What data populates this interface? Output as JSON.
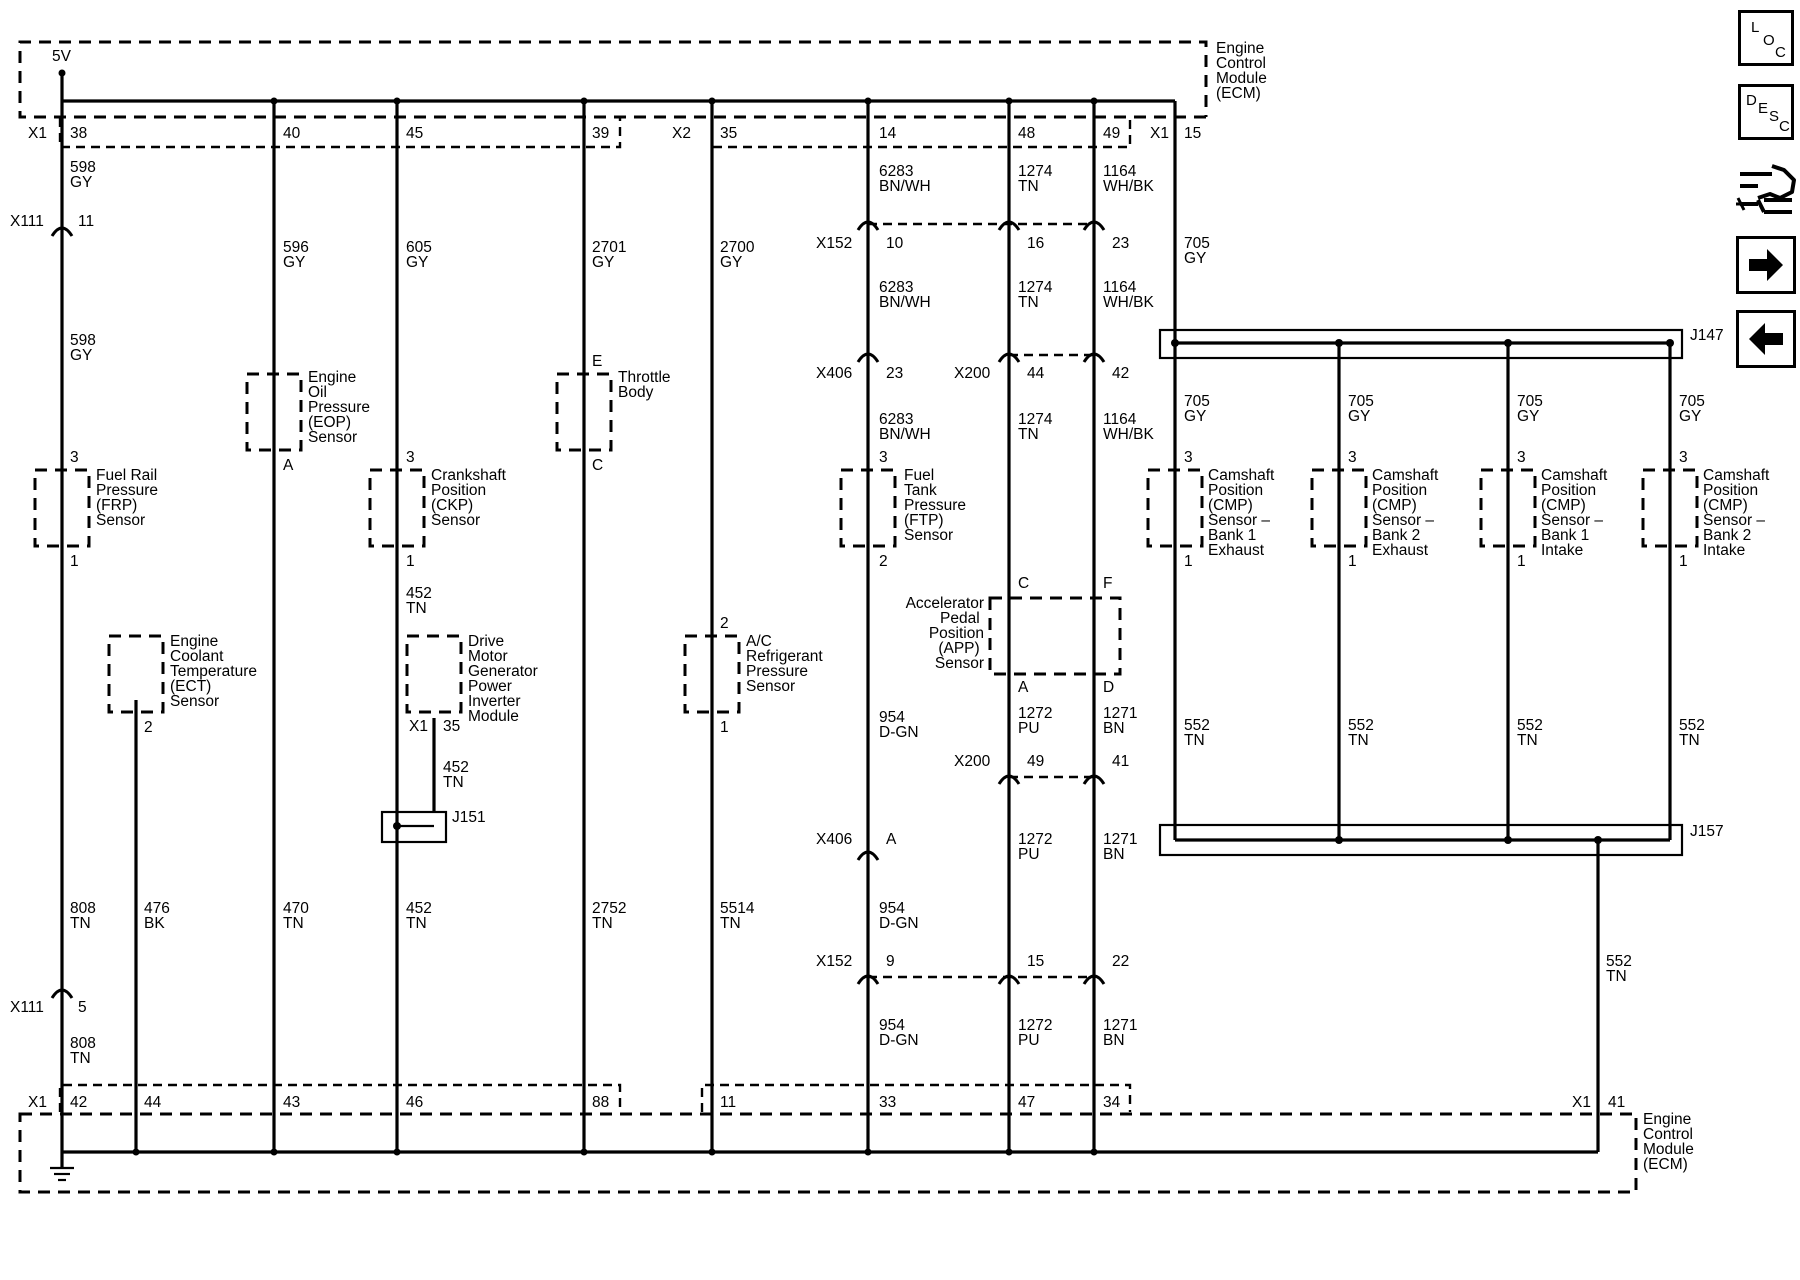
{
  "ecm_name_top": [
    "Engine",
    "Control",
    "Module",
    "(ECM)"
  ],
  "ecm_name_bottom": [
    "Engine",
    "Control",
    "Module",
    "(ECM)"
  ],
  "supply": "5V",
  "connectors": {
    "x1": "X1",
    "x2": "X2",
    "x111": "X111",
    "x152": "X152",
    "x406": "X406",
    "x200": "X200",
    "j147": "J147",
    "j151": "J151",
    "j157": "J157"
  },
  "top_pins": {
    "p38": "38",
    "p40": "40",
    "p45": "45",
    "p39": "39",
    "p35": "35",
    "p14": "14",
    "p48": "48",
    "p49": "49",
    "p15": "15"
  },
  "bottom_pins": {
    "p42": "42",
    "p44": "44",
    "p43": "43",
    "p46": "46",
    "p88": "88",
    "p11": "11",
    "p33": "33",
    "p47": "47",
    "p34": "34",
    "p41": "41"
  },
  "inline_pins": {
    "x111_11": "11",
    "x111_5": "5",
    "x152_10": "10",
    "x152_16": "16",
    "x152_23": "23",
    "x406_23": "23",
    "x200_44": "44",
    "x200_42": "42",
    "x200_49": "49",
    "x200_41": "41",
    "x406_a": "A",
    "x152_9": "9",
    "x152_15": "15",
    "x152_22": "22",
    "dmg_35": "35"
  },
  "wires": {
    "w598a": [
      "598",
      "GY"
    ],
    "w598b": [
      "598",
      "GY"
    ],
    "w596": [
      "596",
      "GY"
    ],
    "w605": [
      "605",
      "GY"
    ],
    "w2701": [
      "2701",
      "GY"
    ],
    "w2700": [
      "2700",
      "GY"
    ],
    "w6283a": [
      "6283",
      "BN/WH"
    ],
    "w6283b": [
      "6283",
      "BN/WH"
    ],
    "w6283c": [
      "6283",
      "BN/WH"
    ],
    "w1274a": [
      "1274",
      "TN"
    ],
    "w1274b": [
      "1274",
      "TN"
    ],
    "w1274c": [
      "1274",
      "TN"
    ],
    "w1164a": [
      "1164",
      "WH/BK"
    ],
    "w1164b": [
      "1164",
      "WH/BK"
    ],
    "w1164c": [
      "1164",
      "WH/BK"
    ],
    "w705": [
      "705",
      "GY"
    ],
    "w705_1": [
      "705",
      "GY"
    ],
    "w705_2": [
      "705",
      "GY"
    ],
    "w705_3": [
      "705",
      "GY"
    ],
    "w705_4": [
      "705",
      "GY"
    ],
    "w452a": [
      "452",
      "TN"
    ],
    "w452b": [
      "452",
      "TN"
    ],
    "w452c": [
      "452",
      "TN"
    ],
    "w808a": [
      "808",
      "TN"
    ],
    "w808b": [
      "808",
      "TN"
    ],
    "w476": [
      "476",
      "BK"
    ],
    "w470": [
      "470",
      "TN"
    ],
    "w2752": [
      "2752",
      "TN"
    ],
    "w5514": [
      "5514",
      "TN"
    ],
    "w954a": [
      "954",
      "D-GN"
    ],
    "w954b": [
      "954",
      "D-GN"
    ],
    "w954c": [
      "954",
      "D-GN"
    ],
    "w1272a": [
      "1272",
      "PU"
    ],
    "w1272b": [
      "1272",
      "PU"
    ],
    "w1272c": [
      "1272",
      "PU"
    ],
    "w1271a": [
      "1271",
      "BN"
    ],
    "w1271b": [
      "1271",
      "BN"
    ],
    "w1271c": [
      "1271",
      "BN"
    ],
    "w552_1": [
      "552",
      "TN"
    ],
    "w552_2": [
      "552",
      "TN"
    ],
    "w552_3": [
      "552",
      "TN"
    ],
    "w552_4": [
      "552",
      "TN"
    ],
    "w552_out": [
      "552",
      "TN"
    ]
  },
  "components": {
    "frp": {
      "name": [
        "Fuel Rail",
        "Pressure",
        "(FRP)",
        "Sensor"
      ],
      "pin_top": "3",
      "pin_bottom": "1"
    },
    "ect": {
      "name": [
        "Engine",
        "Coolant",
        "Temperature",
        "(ECT)",
        "Sensor"
      ],
      "pin_bottom": "2"
    },
    "eop": {
      "name": [
        "Engine",
        "Oil",
        "Pressure",
        "(EOP)",
        "Sensor"
      ],
      "pin_bottom": "A"
    },
    "ckp": {
      "name": [
        "Crankshaft",
        "Position",
        "(CKP)",
        "Sensor"
      ],
      "pin_top": "3",
      "pin_bottom": "1"
    },
    "dmg": {
      "name": [
        "Drive",
        "Motor",
        "Generator",
        "Power",
        "Inverter",
        "Module"
      ]
    },
    "throttle": {
      "name": [
        "Throttle",
        "Body"
      ],
      "pin_top": "E",
      "pin_bottom": "C"
    },
    "ac": {
      "name": [
        "A/C",
        "Refrigerant",
        "Pressure",
        "Sensor"
      ],
      "pin_top": "2",
      "pin_bottom": "1"
    },
    "ftp": {
      "name": [
        "Fuel",
        "Tank",
        "Pressure",
        "(FTP)",
        "Sensor"
      ],
      "pin_top": "3",
      "pin_bottom": "2"
    },
    "app": {
      "name": [
        "Accelerator",
        "Pedal",
        "Position",
        "(APP)",
        "Sensor"
      ],
      "pin_c": "C",
      "pin_f": "F",
      "pin_a": "A",
      "pin_d": "D"
    },
    "cmp1": {
      "name": [
        "Camshaft",
        "Position",
        "(CMP)",
        "Sensor –",
        "Bank 1",
        "Exhaust"
      ],
      "pin_top": "3",
      "pin_bottom": "1"
    },
    "cmp2": {
      "name": [
        "Camshaft",
        "Position",
        "(CMP)",
        "Sensor –",
        "Bank 2",
        "Exhaust"
      ],
      "pin_top": "3",
      "pin_bottom": "1"
    },
    "cmp3": {
      "name": [
        "Camshaft",
        "Position",
        "(CMP)",
        "Sensor –",
        "Bank 1",
        "Intake"
      ],
      "pin_top": "3",
      "pin_bottom": "1"
    },
    "cmp4": {
      "name": [
        "Camshaft",
        "Position",
        "(CMP)",
        "Sensor –",
        "Bank 2",
        "Intake"
      ],
      "pin_top": "3",
      "pin_bottom": "1"
    }
  },
  "nav": {
    "loc": [
      "L",
      "O",
      "C"
    ],
    "desc": [
      "D",
      "E",
      "S",
      "C"
    ],
    "icons": [
      "connector-pinout-icon",
      "arrow-right-icon",
      "arrow-left-icon"
    ]
  }
}
